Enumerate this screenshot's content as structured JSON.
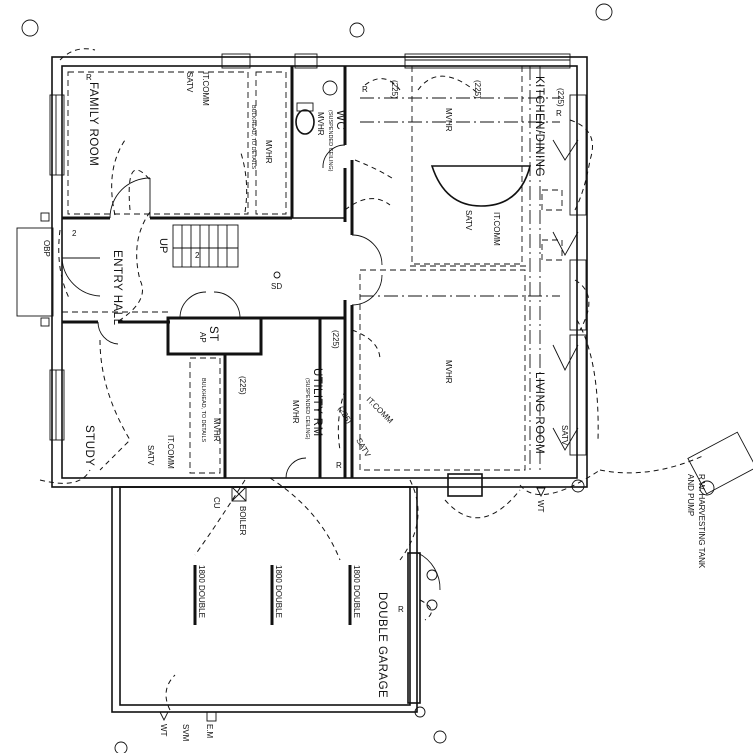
{
  "rooms": {
    "family_room": "FAMILY ROOM",
    "entry_hall": "ENTRY HALL",
    "study": "STUDY",
    "wc": "WC",
    "kitchen_dining": "KITCHEN/DINING",
    "living_room": "LIVING ROOM",
    "utility_rm": "UTILITY RM",
    "st": "ST",
    "double_garage": "DOUBLE GARAGE"
  },
  "notes": {
    "bulkhead_1": "BULKHEAD, TO DETAILS",
    "bulkhead_2": "BULKHEAD, TO DETAILS",
    "suspended_ceiling_1": "(SUSPENDED CEILING)",
    "suspended_ceiling_2": "(SUSPENDED CEILING)",
    "rw_tank_line1": "R.W. HARVESTING TANK",
    "rw_tank_line2": "AND PUMP",
    "up": "UP",
    "double_1": "1800 DOUBLE",
    "double_2": "1800 DOUBLE",
    "double_3": "1800 DOUBLE"
  },
  "symbols": {
    "mvhr": "MVHR",
    "satv": "SATV",
    "itcomm": "IT.COMM",
    "dim_225": "(225)",
    "r": "R",
    "boiler": "BOILER",
    "cu": "CU",
    "wt": "WT",
    "svm": "SVM",
    "em": "E.M",
    "obp": "OBP",
    "ap": "AP",
    "num_2": "2",
    "sd": "SD"
  }
}
